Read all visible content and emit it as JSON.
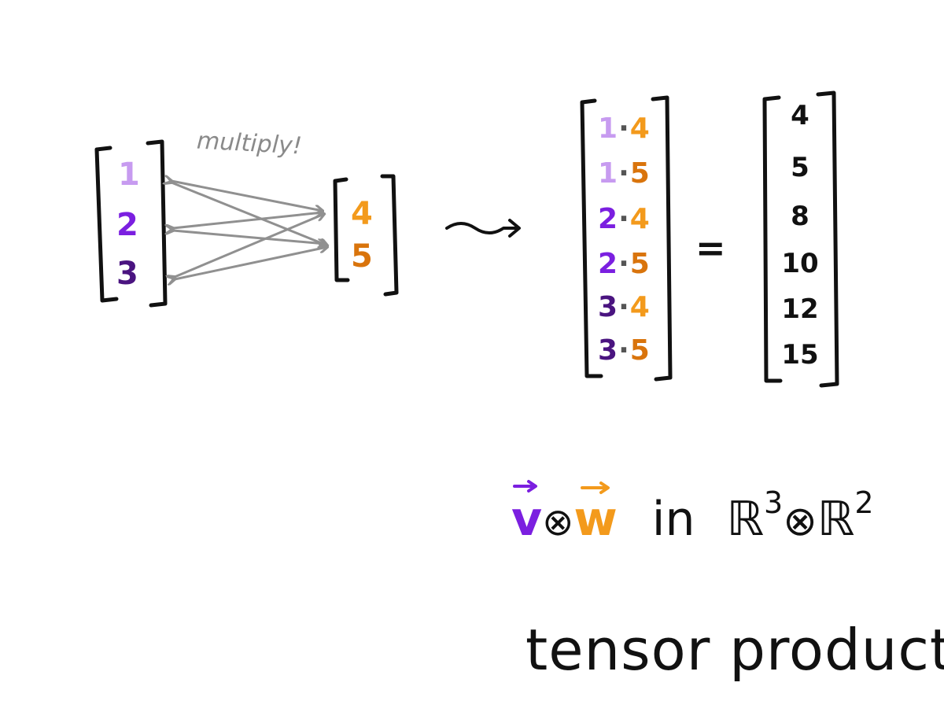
{
  "colors": {
    "v1": "#c79bf0",
    "v2": "#7b1fe0",
    "v3": "#4a1480",
    "w": "#f39a1c",
    "w2": "#d9740c",
    "ink": "#111111",
    "arrow": "#909090"
  },
  "vector_v": [
    "1",
    "2",
    "3"
  ],
  "vector_w": [
    "4",
    "5"
  ],
  "multiply_label": "multiply!",
  "products": [
    {
      "a": "1",
      "dot": "·",
      "b": "4"
    },
    {
      "a": "1",
      "dot": "·",
      "b": "5"
    },
    {
      "a": "2",
      "dot": "·",
      "b": "4"
    },
    {
      "a": "2",
      "dot": "·",
      "b": "5"
    },
    {
      "a": "3",
      "dot": "·",
      "b": "4"
    },
    {
      "a": "3",
      "dot": "·",
      "b": "5"
    }
  ],
  "equals_sign": "=",
  "results": [
    "4",
    "5",
    "8",
    "10",
    "12",
    "15"
  ],
  "formula": {
    "v": "v",
    "otimes": "⊗",
    "w": "w",
    "in": "in",
    "R": "ℝ",
    "exp1": "3",
    "exp2": "2"
  },
  "caption": "tensor product"
}
